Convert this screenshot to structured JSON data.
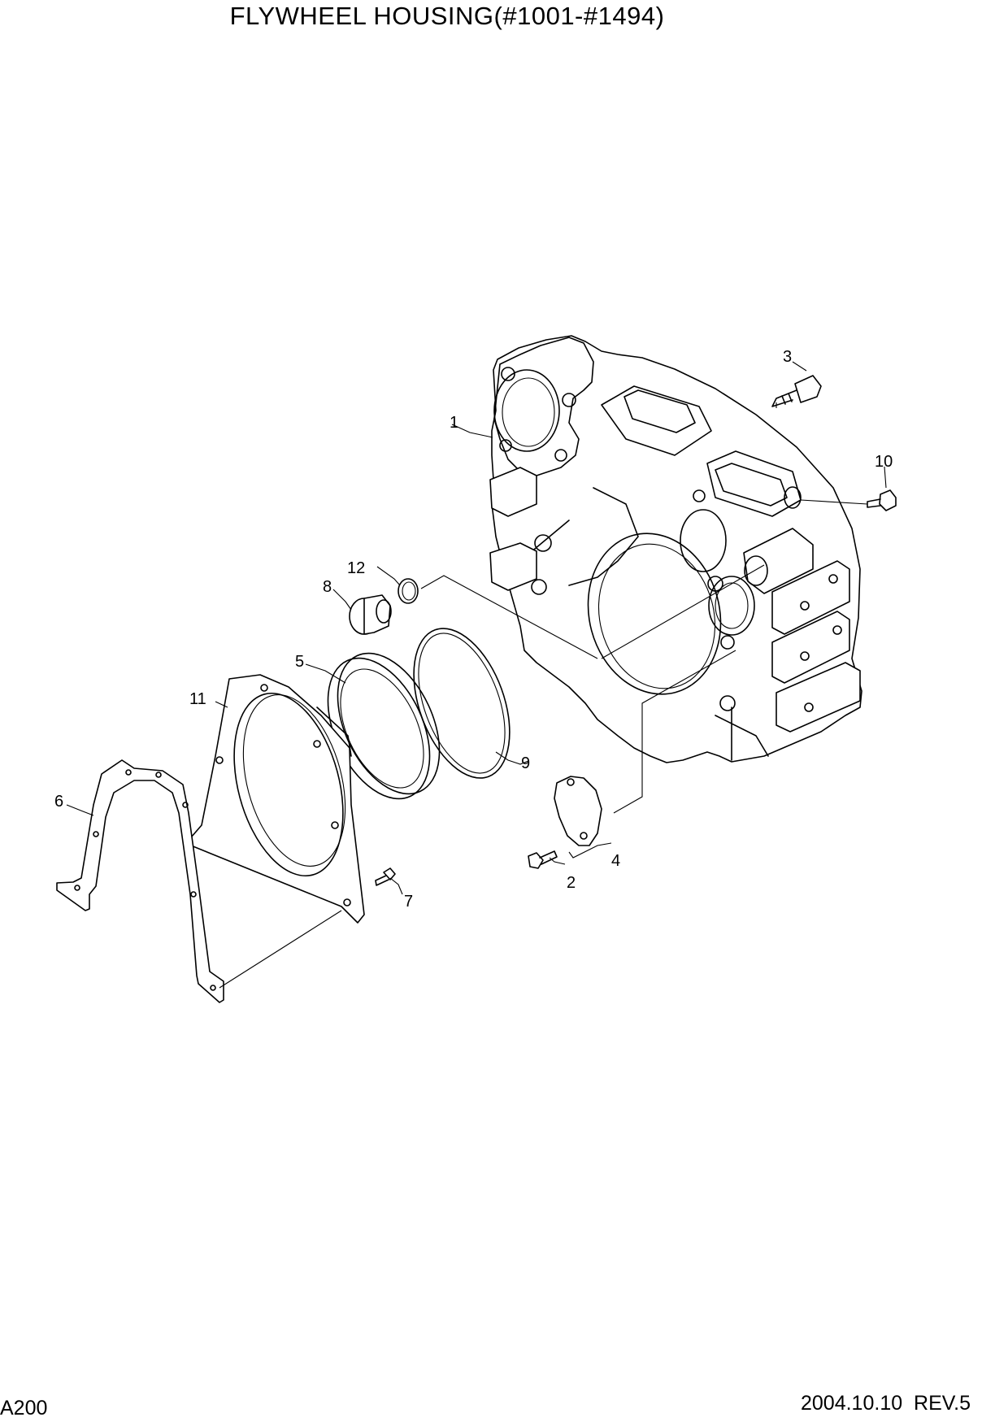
{
  "header": {
    "title": "FLYWHEEL HOUSING(#1001-#1494)"
  },
  "footer": {
    "page_code": "A200",
    "revision": "2004.10.10  REV.5"
  },
  "callouts": {
    "c1": "1",
    "c2": "2",
    "c3": "3",
    "c4": "4",
    "c5": "5",
    "c6": "6",
    "c7": "7",
    "c8": "8",
    "c9": "9",
    "c10": "10",
    "c11": "11",
    "c12": "12"
  }
}
